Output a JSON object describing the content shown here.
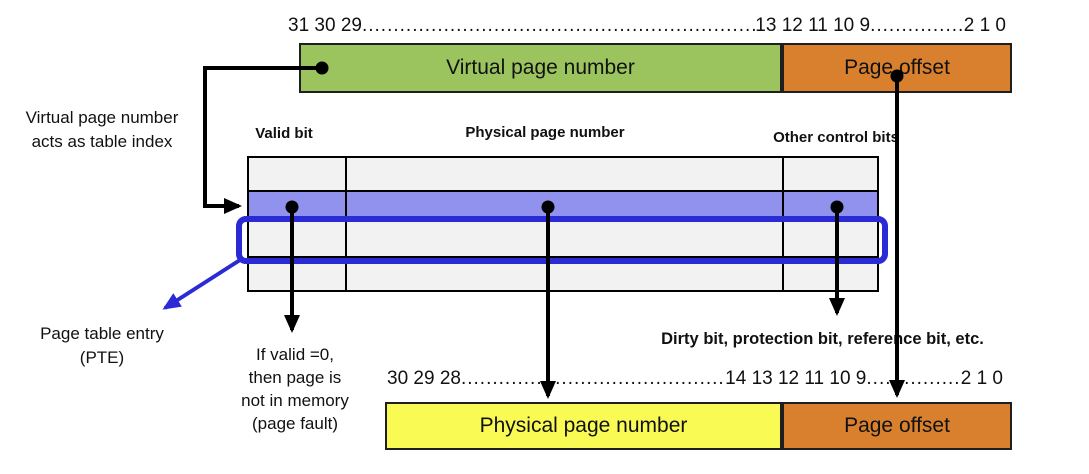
{
  "colors": {
    "vpn-green": "#9CC45E",
    "offset-orange": "#D9802F",
    "row-purple": "#9191EE",
    "ppn-yellow": "#FAFA55",
    "pte-blue": "#2B2BD6",
    "row-gray": "#F2F2F2"
  },
  "leaders": {
    "dots": "............................................................................................................"
  },
  "virtual_address": {
    "bits_high": "31 30 29",
    "bits_mid": "13 12 11 10 9",
    "bits_low": "2 1 0",
    "vpn_label": "Virtual page number",
    "offset_label": "Page offset"
  },
  "left_note": {
    "line1": "Virtual page number",
    "line2": "acts as table index"
  },
  "page_table": {
    "headers": {
      "valid": "Valid bit",
      "ppn": "Physical page number",
      "other": "Other control bits"
    }
  },
  "pte_label": {
    "line1": "Page table entry",
    "line2": "(PTE)"
  },
  "valid_note": {
    "lines": [
      "If valid =0,",
      "then page is",
      "not in memory",
      "(page fault)"
    ]
  },
  "control_bits_note": "Dirty bit, protection bit, reference bit, etc.",
  "physical_address": {
    "bits_high": "30 29 28",
    "bits_mid": "14 13 12 11 10 9",
    "bits_low": "2 1 0",
    "ppn_label": "Physical page number",
    "offset_label": "Page offset"
  }
}
